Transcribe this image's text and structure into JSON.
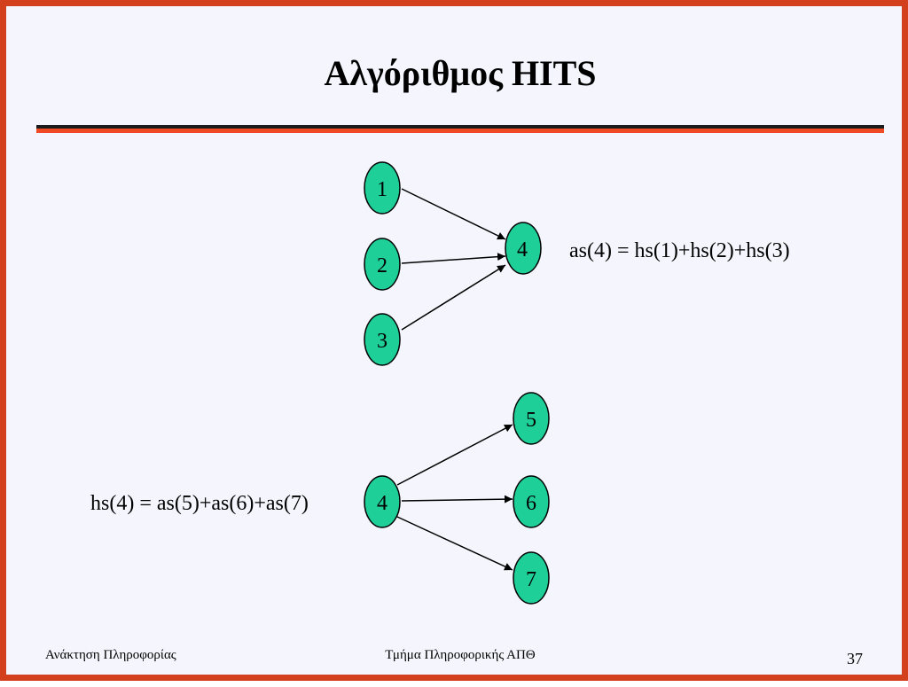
{
  "slide": {
    "title": "Αλγόριθμος HITS",
    "footer_left": "Ανάκτηση Πληροφορίας",
    "footer_center": "Τμήμα Πληροφορικής ΑΠΘ",
    "page_number": "37"
  },
  "colors": {
    "border": "#d2401e",
    "accent_rule": "#f04a24",
    "node_fill": "#1fcf98",
    "background": "#f5f6fd"
  },
  "diagram_top": {
    "nodes": [
      "1",
      "2",
      "3",
      "4"
    ],
    "edges": [
      [
        "1",
        "4"
      ],
      [
        "2",
        "4"
      ],
      [
        "3",
        "4"
      ]
    ],
    "formula": "as(4) = hs(1)+hs(2)+hs(3)"
  },
  "diagram_bottom": {
    "nodes": [
      "4",
      "5",
      "6",
      "7"
    ],
    "edges": [
      [
        "4",
        "5"
      ],
      [
        "4",
        "6"
      ],
      [
        "4",
        "7"
      ]
    ],
    "formula": "hs(4) = as(5)+as(6)+as(7)"
  }
}
